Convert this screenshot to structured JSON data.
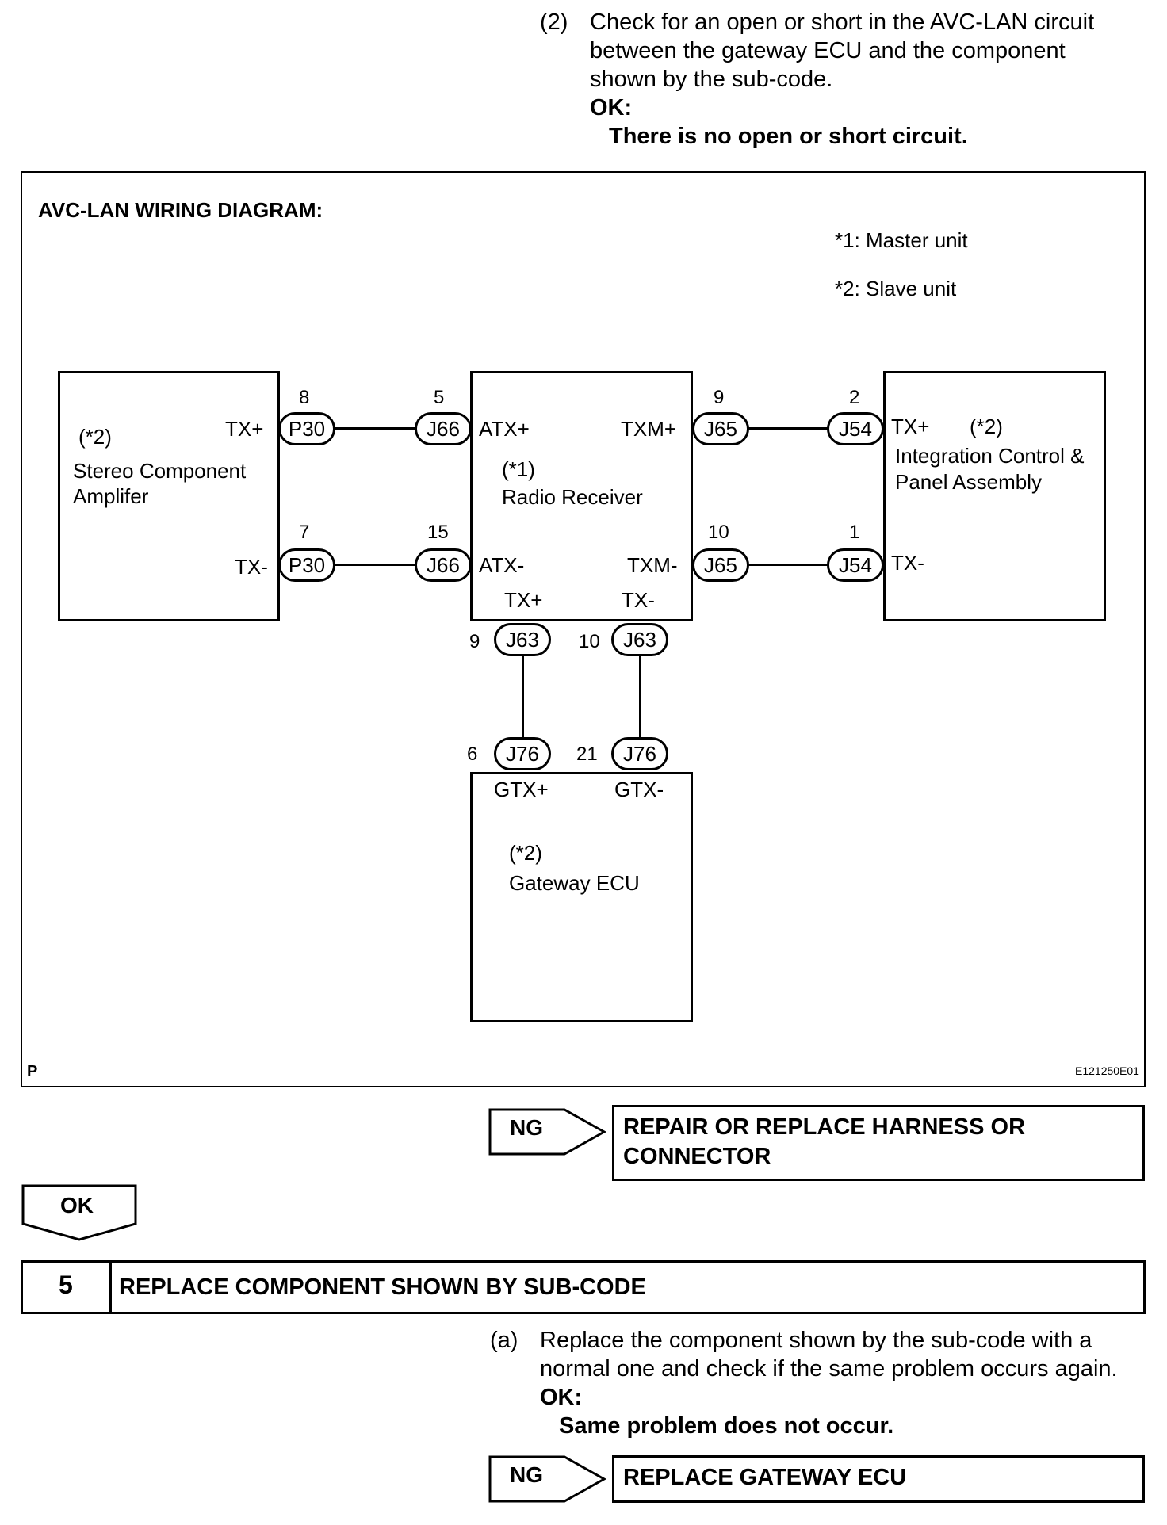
{
  "step2": {
    "num": "(2)",
    "line1": "Check for an open or short in the AVC-LAN circuit",
    "line2": "between the gateway ECU and the component",
    "line3": "shown by the sub-code.",
    "ok_label": "OK:",
    "ok_result": "There is no open or short circuit."
  },
  "diagram": {
    "title": "AVC-LAN WIRING DIAGRAM:",
    "note1": "*1: Master unit",
    "note2": "*2: Slave unit",
    "corner_left": "P",
    "corner_right": "E121250E01",
    "amp": {
      "mark": "(*2)",
      "name1": "Stereo Component",
      "name2": "Amplifer",
      "tx_plus": "TX+",
      "tx_minus": "TX-"
    },
    "radio": {
      "mark": "(*1)",
      "name": "Radio Receiver",
      "atx_plus": "ATX+",
      "atx_minus": "ATX-",
      "txm_plus": "TXM+",
      "txm_minus": "TXM-",
      "tx_plus": "TX+",
      "tx_minus": "TX-"
    },
    "integ": {
      "tx_plus": "TX+",
      "mark": "(*2)",
      "name1": "Integration Control &",
      "name2": "Panel Assembly",
      "tx_minus": "TX-"
    },
    "gateway": {
      "gtx_plus": "GTX+",
      "gtx_minus": "GTX-",
      "mark": "(*2)",
      "name": "Gateway ECU"
    },
    "connectors": {
      "p30a": "P30",
      "p30b": "P30",
      "j66a": "J66",
      "j66b": "J66",
      "j65a": "J65",
      "j65b": "J65",
      "j54a": "J54",
      "j54b": "J54",
      "j63a": "J63",
      "j63b": "J63",
      "j76a": "J76",
      "j76b": "J76"
    },
    "pins": {
      "p30a": "8",
      "p30b": "7",
      "j66a": "5",
      "j66b": "15",
      "j65a": "9",
      "j65b": "10",
      "j54a": "2",
      "j54b": "1",
      "j63a": "9",
      "j63b": "10",
      "j76a": "6",
      "j76b": "21"
    }
  },
  "ng1": {
    "tag": "NG",
    "action1": "REPAIR OR REPLACE HARNESS OR",
    "action2": "CONNECTOR"
  },
  "ok_arrow": "OK",
  "step5": {
    "num": "5",
    "title": "REPLACE COMPONENT SHOWN BY SUB-CODE"
  },
  "step_a": {
    "num": "(a)",
    "line1": "Replace the component shown by the sub-code with a",
    "line2": "normal one and check if the same problem occurs again.",
    "ok_label": "OK:",
    "ok_result": "Same problem does not occur."
  },
  "ng2": {
    "tag": "NG",
    "action": "REPLACE GATEWAY ECU"
  }
}
